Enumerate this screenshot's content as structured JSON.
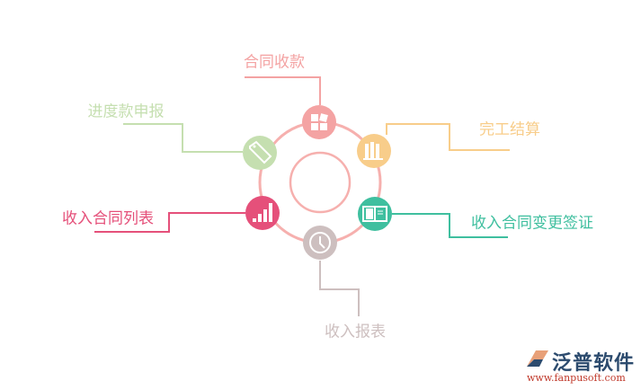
{
  "nodes": [
    {
      "label": "合同收款",
      "icon": "puzzle-icon",
      "color": "#f4a3a3"
    },
    {
      "label": "进度款申报",
      "icon": "tag-icon",
      "color": "#c5dfb0"
    },
    {
      "label": "完工结算",
      "icon": "books-icon",
      "color": "#f8cd8a"
    },
    {
      "label": "收入合同变更签证",
      "icon": "open-book-icon",
      "color": "#3fbf9f"
    },
    {
      "label": "收入合同列表",
      "icon": "bar-chart-icon",
      "color": "#e5507a"
    },
    {
      "label": "收入报表",
      "icon": "clock-icon",
      "color": "#cdbfbf"
    }
  ],
  "ring_color": "#f6b0ae",
  "logo": {
    "name": "泛普软件",
    "url": "www.fanpusoft.com"
  }
}
